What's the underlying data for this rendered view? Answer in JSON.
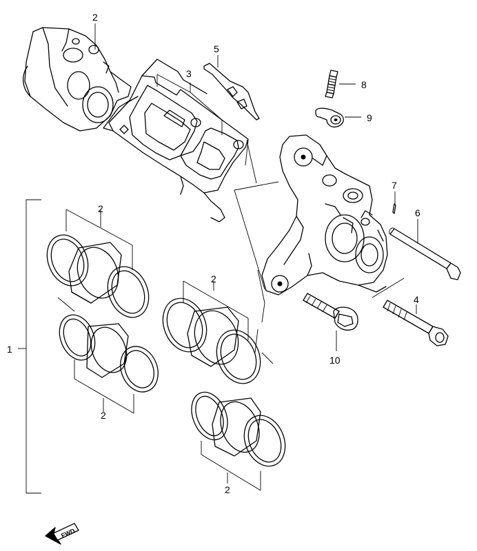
{
  "labels": {
    "n1": "1",
    "n2a": "2",
    "n2b": "2",
    "n2c": "2",
    "n2d": "2",
    "n2e": "2",
    "n3": "3",
    "n4": "4",
    "n5": "5",
    "n6": "6",
    "n7": "7",
    "n8": "8",
    "n9": "9",
    "n10": "10"
  },
  "fwd_text": "FWD"
}
